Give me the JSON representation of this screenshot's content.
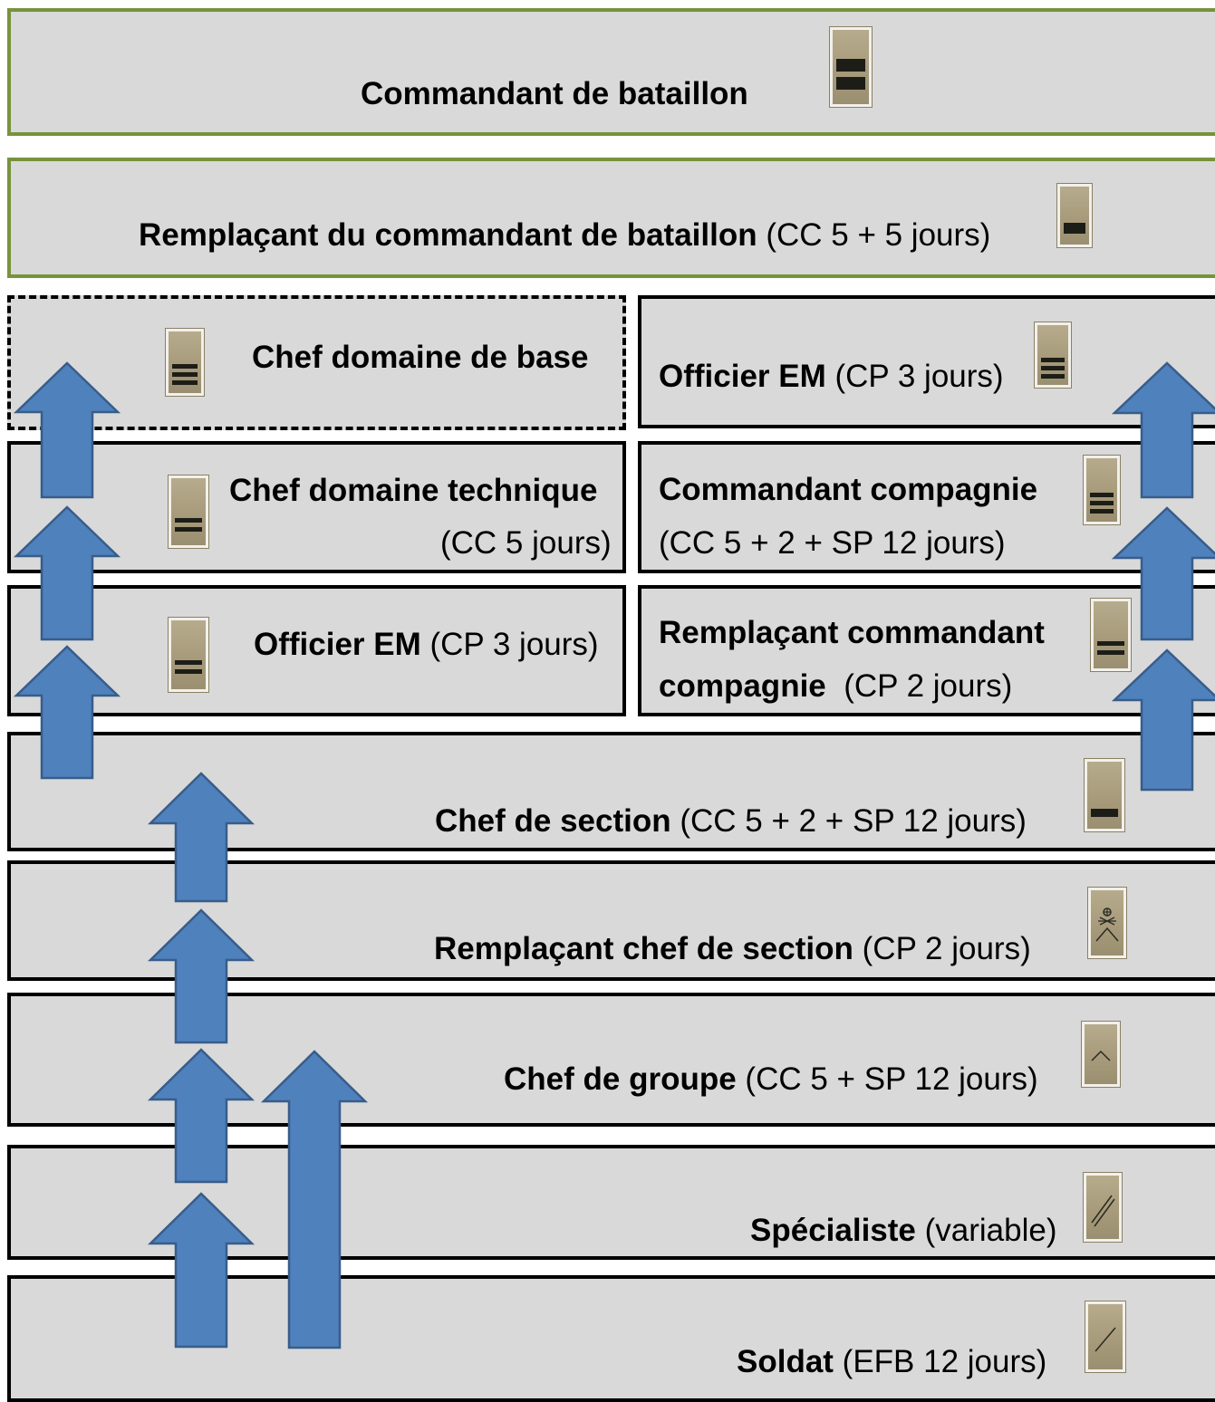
{
  "ranks": [
    {
      "title": "Commandant de bataillon",
      "detail": ""
    },
    {
      "title": "Remplaçant du commandant de bataillon",
      "detail": " (CC 5 + 5 jours)"
    },
    {
      "title": "Chef domaine de base",
      "detail": ""
    },
    {
      "title": "Officier EM",
      "detail": " (CP 3 jours)"
    },
    {
      "title": "Chef domaine technique",
      "detail": "(CC 5 jours)"
    },
    {
      "title": "Commandant compagnie",
      "detail": "(CC 5 + 2 + SP 12 jours)"
    },
    {
      "title": "Officier EM",
      "detail": " (CP 3 jours)"
    },
    {
      "title": "Remplaçant commandant",
      "title2": "compagnie",
      "detail": "  (CP 2 jours)"
    },
    {
      "title": "Chef de section",
      "detail": " (CC 5 + 2 + SP 12 jours)"
    },
    {
      "title": "Remplaçant chef de section",
      "detail": " (CP 2 jours)"
    },
    {
      "title": "Chef de groupe",
      "detail": " (CC 5 + SP 12 jours)"
    },
    {
      "title": "Spécialiste",
      "detail": " (variable)"
    },
    {
      "title": "Soldat",
      "detail": " (EFB 12 jours)"
    }
  ],
  "colors": {
    "box_fill": "#d9d9d9",
    "box_border": "#000000",
    "top_box_border": "#77933c",
    "arrow_fill": "#4f81bd",
    "arrow_stroke": "#385d8a",
    "badge": "#a89c7c",
    "stripe": "#1d1d18"
  },
  "badges": [
    {
      "rank": "Commandant de bataillon",
      "icon": "two-bar-rank-icon"
    },
    {
      "rank": "Remplaçant du commandant de bataillon",
      "icon": "one-bar-rank-icon"
    },
    {
      "rank": "Chef domaine de base",
      "icon": "three-bar-rank-icon"
    },
    {
      "rank": "Officier EM",
      "icon": "three-bar-rank-icon"
    },
    {
      "rank": "Chef domaine technique",
      "icon": "two-bar-rank-icon"
    },
    {
      "rank": "Commandant compagnie",
      "icon": "three-bar-rank-icon"
    },
    {
      "rank": "Officier EM",
      "icon": "two-bar-rank-icon"
    },
    {
      "rank": "Remplaçant commandant compagnie",
      "icon": "two-bar-rank-icon"
    },
    {
      "rank": "Chef de section",
      "icon": "one-bar-rank-icon"
    },
    {
      "rank": "Remplaçant chef de section",
      "icon": "adjudant-rank-icon"
    },
    {
      "rank": "Chef de groupe",
      "icon": "chevron-rank-icon"
    },
    {
      "rank": "Spécialiste",
      "icon": "double-stripe-rank-icon"
    },
    {
      "rank": "Soldat",
      "icon": "single-stripe-rank-icon"
    }
  ]
}
